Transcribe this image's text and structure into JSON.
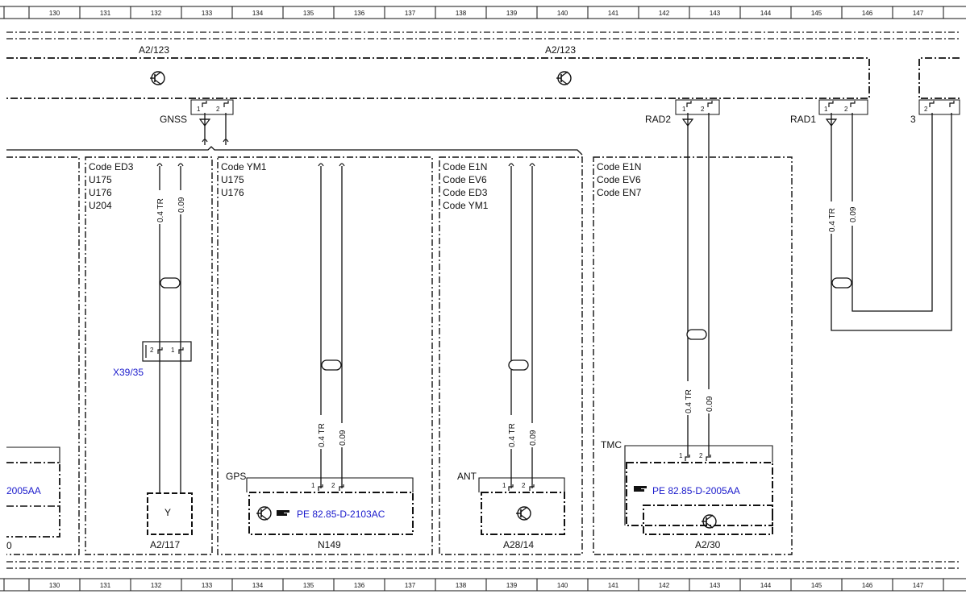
{
  "ruler": {
    "numbers": [
      "130",
      "131",
      "132",
      "133",
      "134",
      "135",
      "136",
      "137",
      "138",
      "139",
      "140",
      "141",
      "142",
      "143",
      "144",
      "145",
      "146",
      "147"
    ]
  },
  "housings": {
    "left_label": "A2/123",
    "right_label": "A2/123"
  },
  "antenna_outputs": {
    "gnss": "GNSS",
    "rad2": "RAD2",
    "rad1": "RAD1",
    "three": "3",
    "pin1": "1",
    "pin2": "2"
  },
  "wires": {
    "gauge_tr": "0.4 TR",
    "gauge_plain": "0.09"
  },
  "panels": {
    "left_partial": {
      "ref_text": "2005AA",
      "bottom_label": "0"
    },
    "a2_117": {
      "codes": [
        "Code ED3",
        "U175",
        "U176",
        "U204"
      ],
      "connector_label": "X39/35",
      "connector_pin2": "2",
      "connector_pin1": "1",
      "antenna_glyph": "Y",
      "label": "A2/117"
    },
    "n149": {
      "codes": [
        "Code YM1",
        "U175",
        "U176"
      ],
      "port_label": "GPS",
      "pin1": "1",
      "pin2": "2",
      "ref_text": "PE 82.85-D-2103AC",
      "label": "N149"
    },
    "a28_14": {
      "codes": [
        "Code E1N",
        "Code EV6",
        "Code ED3",
        "Code YM1"
      ],
      "port_label": "ANT",
      "pin1": "1",
      "pin2": "2",
      "label": "A28/14"
    },
    "a2_30": {
      "codes": [
        "Code E1N",
        "Code EV6",
        "Code EN7"
      ],
      "port_label": "TMC",
      "pin1": "1",
      "pin2": "2",
      "ref_text": "PE 82.85-D-2005AA",
      "label": "A2/30"
    }
  },
  "colors": {
    "line": "#111111",
    "link": "#1a1acc"
  }
}
